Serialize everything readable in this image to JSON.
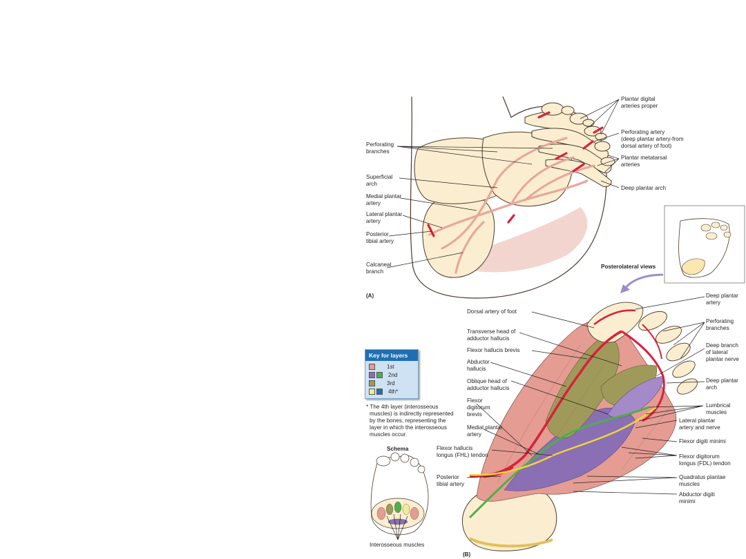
{
  "panel_a": {
    "letter": "(A)",
    "labels": {
      "plantar_digital_1": "Plantar digital",
      "plantar_digital_2": "arteries proper",
      "perforating_artery_1": "Perforating artery",
      "perforating_artery_2": "(deep plantar artery-from",
      "perforating_artery_3": "dorsal artery of foot)",
      "perforating_branches_1": "Perforating",
      "perforating_branches_2": "branches",
      "plantar_metatarsal_1": "Plantar metatarsal",
      "plantar_metatarsal_2": "arteries",
      "superficial_arch_1": "Superficial",
      "superficial_arch_2": "arch",
      "deep_plantar_arch": "Deep plantar arch",
      "medial_plantar_1": "Medial plantar",
      "medial_plantar_2": "artery",
      "lateral_plantar_1": "Lateral plantar",
      "lateral_plantar_2": "artery",
      "posterior_tibial_1": "Posterior",
      "posterior_tibial_2": "tibial artery",
      "calcaneal_1": "Calcaneal",
      "calcaneal_2": "branch"
    }
  },
  "views_caption": "Posterolateral views",
  "panel_b": {
    "letter": "(B)",
    "labels": {
      "dorsal_artery": "Dorsal artery of foot",
      "deep_plantar_artery_1": "Deep plantar",
      "deep_plantar_artery_2": "artery",
      "transverse_head_1": "Transverse head of",
      "transverse_head_2": "adductor hallucis",
      "perforating_branches_1": "Perforating",
      "perforating_branches_2": "branches",
      "fhb": "Flexor hallucis brevis",
      "deep_branch_1": "Deep branch",
      "deep_branch_2": "of lateral",
      "deep_branch_3": "plantar nerve",
      "abductor_hallucis_1": "Abductor",
      "abductor_hallucis_2": "hallucis",
      "oblique_head_1": "Oblique head of",
      "oblique_head_2": "adductor hallucis",
      "deep_plantar_arch_1": "Deep plantar",
      "deep_plantar_arch_2": "arch",
      "fdb_1": "Flexor",
      "fdb_2": "digitorum",
      "fdb_3": "brevis",
      "lumbrical_1": "Lumbrical",
      "lumbrical_2": "muscles",
      "lateral_plantar_an_1": "Lateral plantar",
      "lateral_plantar_an_2": "artery and nerve",
      "medial_plantar_1": "Medial plantar",
      "medial_plantar_2": "artery",
      "fdm": "Flexor digiti minimi",
      "fhl_1": "Flexor hallucis",
      "fhl_2": "longus (FHL) tendon",
      "fdl_1": "Flexor digitorum",
      "fdl_2": "longus (FDL) tendon",
      "posterior_tibial_1": "Posterior",
      "posterior_tibial_2": "tibial artery",
      "quadratus_1": "Quadratus plantae",
      "quadratus_2": "muscles",
      "adm_1": "Abductor digiti",
      "adm_2": "minimi"
    }
  },
  "key": {
    "title": "Key for layers",
    "rows": [
      {
        "label": "1st",
        "colors": [
          "#e49c93"
        ]
      },
      {
        "label": "2nd",
        "colors": [
          "#8a6fb5",
          "#4fae4a"
        ]
      },
      {
        "label": "3rd",
        "colors": [
          "#9f9a5a"
        ]
      },
      {
        "label": "4th*",
        "colors": [
          "#f3ea9a",
          "#1f6fb2"
        ]
      }
    ]
  },
  "footnote": [
    "* The 4th layer (interosseous",
    "muscles) is indirectly represented",
    "by the bones, representing the",
    "layer in which the interosseous",
    "muscles occur."
  ],
  "schema": {
    "title": "Schema",
    "caption": "Interosseous muscles"
  }
}
